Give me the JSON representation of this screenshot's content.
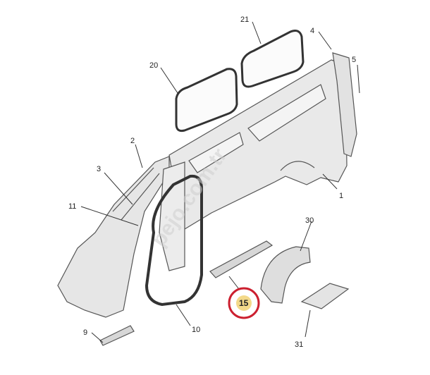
{
  "diagram": {
    "watermark": "pejo.com.tr",
    "callouts": [
      {
        "id": "1",
        "label": "1"
      },
      {
        "id": "2",
        "label": "2"
      },
      {
        "id": "3",
        "label": "3"
      },
      {
        "id": "4",
        "label": "4"
      },
      {
        "id": "5",
        "label": "5"
      },
      {
        "id": "9",
        "label": "9"
      },
      {
        "id": "10",
        "label": "10"
      },
      {
        "id": "11",
        "label": "11"
      },
      {
        "id": "15",
        "label": "15",
        "highlighted": true
      },
      {
        "id": "20",
        "label": "20"
      },
      {
        "id": "21",
        "label": "21"
      },
      {
        "id": "30",
        "label": "30"
      },
      {
        "id": "31",
        "label": "31"
      }
    ],
    "colors": {
      "panel_fill": "#e9e9e9",
      "panel_stroke": "#555555",
      "highlight_ring": "#cc2030",
      "highlight_fill": "#f3d98a"
    }
  }
}
